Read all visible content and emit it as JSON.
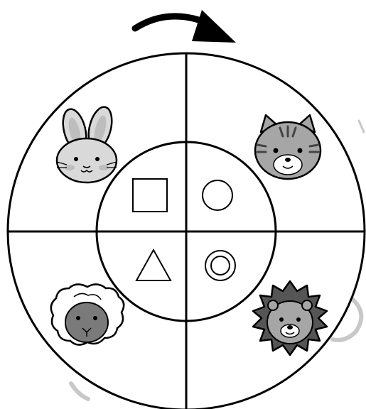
{
  "diagram": {
    "rotation_direction": "clockwise",
    "colors": {
      "stroke": "#000000",
      "background": "#ffffff",
      "shadow_arc": "#c8c8c8",
      "fur_light": "#d9d9d9",
      "fur_mid": "#a6a6a6",
      "fur_dark": "#7a7a7a",
      "cheek": "#bdbdbd"
    },
    "quadrants": [
      {
        "position": "top-left",
        "animal": "rabbit",
        "shape": "square"
      },
      {
        "position": "top-right",
        "animal": "tiger-cat",
        "shape": "circle"
      },
      {
        "position": "bottom-left",
        "animal": "sheep",
        "shape": "triangle"
      },
      {
        "position": "bottom-right",
        "animal": "lion",
        "shape": "double-circle"
      }
    ],
    "icons": [
      "rotation-arrow-icon",
      "rabbit-icon",
      "tiger-icon",
      "sheep-icon",
      "lion-icon",
      "square-icon",
      "circle-icon",
      "triangle-icon",
      "double-circle-icon"
    ]
  }
}
